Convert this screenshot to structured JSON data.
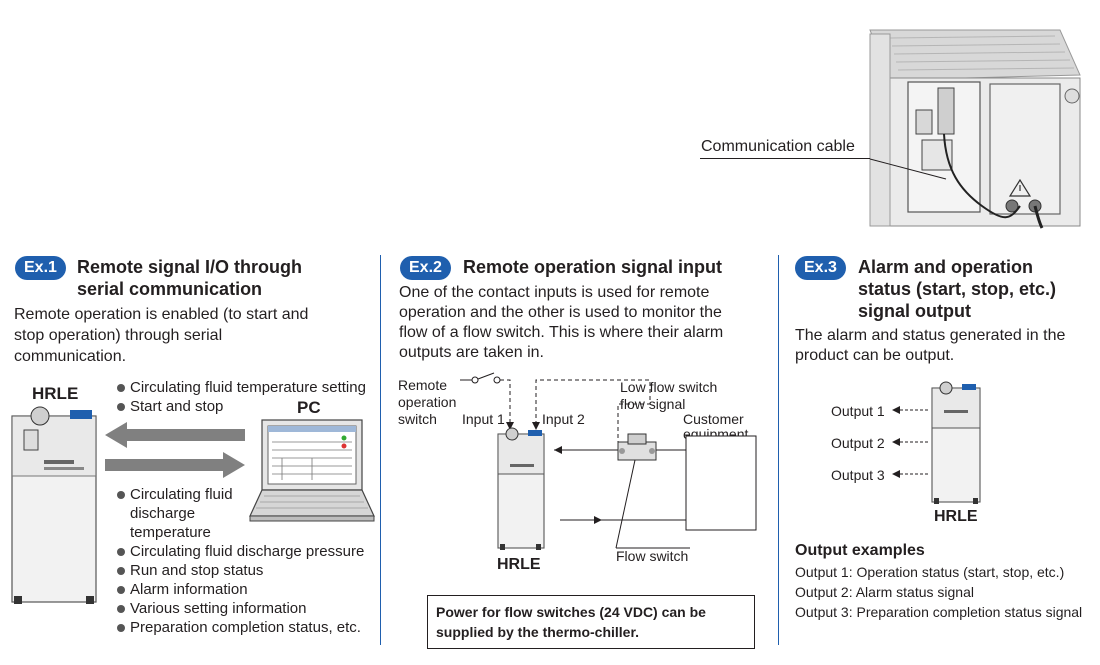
{
  "photo": {
    "cable_label": "Communication cable"
  },
  "ex1": {
    "badge": "Ex.1",
    "title_line1": "Remote signal I/O through",
    "title_line2": "serial communication",
    "desc_line1": "Remote operation is enabled (to start and",
    "desc_line2": "stop operation) through serial",
    "desc_line3": "communication.",
    "unit_label": "HRLE",
    "pc_label": "PC",
    "to_pc": [
      "Circulating fluid temperature setting",
      "Start and stop"
    ],
    "from_pc_first_line1": "Circulating fluid",
    "from_pc_first_line2": "discharge",
    "from_pc_first_line3": "temperature",
    "from_pc": [
      "Circulating fluid discharge pressure",
      "Run and stop status",
      "Alarm information",
      "Various setting information",
      "Preparation completion status, etc."
    ]
  },
  "ex2": {
    "badge": "Ex.2",
    "title": "Remote operation signal input",
    "desc_line1": "One of the contact inputs is used for remote",
    "desc_line2": "operation and the other is used to monitor the",
    "desc_line3": "flow of a flow switch. This is where their alarm",
    "desc_line4": "outputs are taken in.",
    "remote_line1": "Remote",
    "remote_line2": "operation",
    "remote_line3": "switch",
    "input1": "Input 1",
    "input2": "Input 2",
    "low_flow_line1": "Low flow switch",
    "low_flow_line2": "flow signal",
    "customer_line1": "Customer",
    "customer_line2": "equipment",
    "flow_switch": "Flow switch",
    "unit_label": "HRLE",
    "note_line1": "Power for flow switches (24 VDC) can be",
    "note_line2": "supplied by the thermo-chiller."
  },
  "ex3": {
    "badge": "Ex.3",
    "title_line1": "Alarm and operation",
    "title_line2": "status (start, stop, etc.)",
    "title_line3": "signal output",
    "desc_line1": "The alarm and status generated in the",
    "desc_line2": "product can be output.",
    "outputs": [
      "Output 1",
      "Output 2",
      "Output 3"
    ],
    "unit_label": "HRLE",
    "examples_heading": "Output examples",
    "examples": [
      "Output 1: Operation status (start, stop, etc.)",
      "Output 2: Alarm status signal",
      "Output 3: Preparation completion status signal"
    ]
  },
  "colors": {
    "accent": "#1f5fae",
    "arrow": "#808080",
    "text": "#231f20"
  },
  "icons": [
    "chiller-unit-icon",
    "laptop-pc-icon",
    "flow-switch-icon",
    "warning-icon"
  ]
}
